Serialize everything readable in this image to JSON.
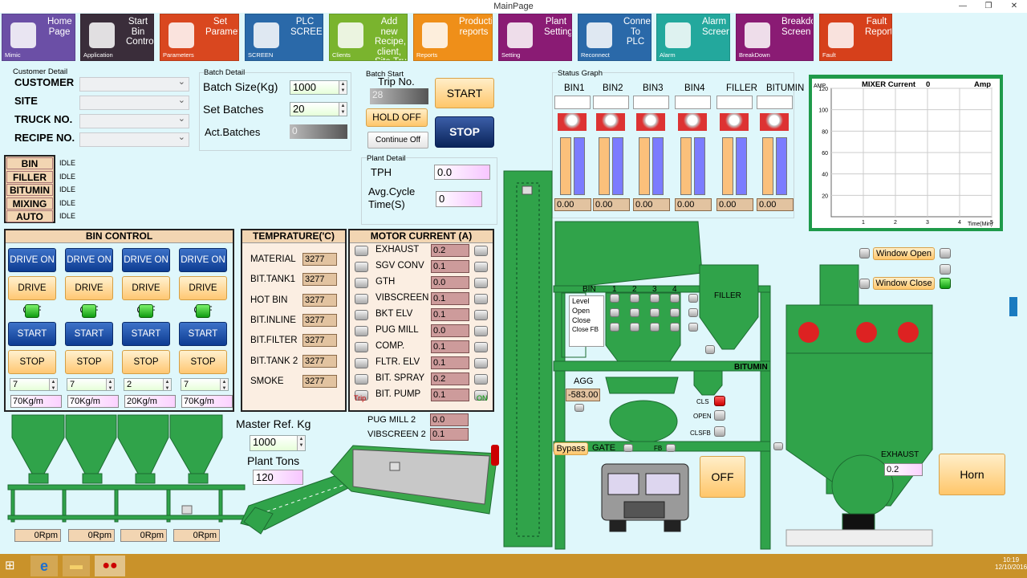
{
  "window": {
    "title": "MainPage"
  },
  "nav": [
    {
      "label": "Home\nPage",
      "sub": "Mimic",
      "color": "#6b4fa6",
      "icon": "home-icon"
    },
    {
      "label": "Start\nBin\nControl",
      "sub": "Application",
      "color": "#3a2d3a",
      "icon": "silo-icon"
    },
    {
      "label": "Set\nParameter",
      "sub": "Parameters",
      "color": "#d9471f",
      "icon": "calculator-icon"
    },
    {
      "label": "PLC\nSCREEN",
      "sub": "SCREEN",
      "color": "#2a69a9",
      "icon": "monitor-icon"
    },
    {
      "label": "Add new\nRecipe,\nclient,\nSite,Truck",
      "sub": "Clients",
      "color": "#7ab42e",
      "icon": "person-icon"
    },
    {
      "label": "Production\nreports",
      "sub": "Reports",
      "color": "#ef8f19",
      "icon": "pie-chart-icon"
    },
    {
      "label": "Plant\nSetting",
      "sub": "Setting",
      "color": "#8a1b74",
      "icon": "gear-icon"
    },
    {
      "label": "Connect\nTo PLC",
      "sub": "Reconnect",
      "color": "#2a69a9",
      "icon": "connect-icon"
    },
    {
      "label": "Alarm\nScreen",
      "sub": "Alarm",
      "color": "#23a89d",
      "icon": "alarm-icon"
    },
    {
      "label": "Breakdown\nScreen",
      "sub": "BreakDown",
      "color": "#8a1b74",
      "icon": "running-man-icon"
    },
    {
      "label": "Fault\nReport",
      "sub": "Fault",
      "color": "#d6401b",
      "icon": "document-icon"
    }
  ],
  "customer": {
    "title": "Customer Detail",
    "labels": [
      "CUSTOMER",
      "SITE",
      "TRUCK NO.",
      "RECIPE NO."
    ]
  },
  "batch": {
    "title": "Batch Detail",
    "size_label": "Batch Size(Kg)",
    "size": "1000",
    "set_label": "Set Batches",
    "set": "20",
    "act_label": "Act.Batches",
    "act": "0"
  },
  "batchstart": {
    "title": "Batch Start",
    "trip_label": "Trip No.",
    "trip": "28",
    "hold": "HOLD OFF",
    "continue": "Continue Off",
    "start": "START",
    "stop": "STOP"
  },
  "plant": {
    "title": "Plant Detail",
    "tph_label": "TPH",
    "tph": "0.0",
    "avg_label": "Avg.Cycle\nTime(S)",
    "avg": "0"
  },
  "status_graph": {
    "title": "Status Graph",
    "bins": [
      "BIN1",
      "BIN2",
      "BIN3",
      "BIN4",
      "FILLER",
      "BITUMIN"
    ],
    "values": [
      "0.00",
      "0.00",
      "0.00",
      "0.00",
      "0.00",
      "0.00"
    ]
  },
  "mixer": {
    "title": "MIXER Current",
    "value": "0",
    "unit": "Amp",
    "ylabel": "AMP",
    "xlabel": "Time(Min)",
    "yticks": [
      "120",
      "100",
      "80",
      "60",
      "40",
      "20"
    ],
    "xticks": [
      "1",
      "2",
      "3",
      "4",
      "5"
    ],
    "xlim": [
      0,
      5
    ],
    "ylim": [
      0,
      120
    ],
    "grid": true
  },
  "states": [
    {
      "name": "BIN",
      "state": "IDLE"
    },
    {
      "name": "FILLER",
      "state": "IDLE"
    },
    {
      "name": "BITUMIN",
      "state": "IDLE"
    },
    {
      "name": "MIXING",
      "state": "IDLE"
    },
    {
      "name": "AUTO",
      "state": "IDLE"
    }
  ],
  "bin_control": {
    "title": "BIN CONTROL",
    "drive_on": "DRIVE ON",
    "drive_off": "DRIVE OFF",
    "start": "START",
    "stop": "STOP",
    "speeds": [
      "7",
      "7",
      "2",
      "7"
    ],
    "rates": [
      "70Kg/m",
      "70Kg/m",
      "20Kg/m",
      "70Kg/m"
    ],
    "rpms": [
      "0Rpm",
      "0Rpm",
      "0Rpm",
      "0Rpm"
    ]
  },
  "temperature": {
    "title": "TEMPRATURE('C)",
    "rows": [
      {
        "label": "MATERIAL",
        "value": "3277"
      },
      {
        "label": "BIT.TANK1",
        "value": "3277"
      },
      {
        "label": "HOT BIN",
        "value": "3277"
      },
      {
        "label": "BIT.INLINE",
        "value": "3277"
      },
      {
        "label": "BIT.FILTER",
        "value": "3277"
      },
      {
        "label": "BIT.TANK 2",
        "value": "3277"
      },
      {
        "label": "SMOKE",
        "value": "3277"
      }
    ]
  },
  "motor": {
    "title": "MOTOR CURRENT   (A)",
    "trip": "Trip",
    "on": "ON",
    "rows": [
      {
        "label": "EXHAUST",
        "value": "0.2"
      },
      {
        "label": "SGV CONV",
        "value": "0.1"
      },
      {
        "label": "GTH",
        "value": "0.0"
      },
      {
        "label": "VIBSCREEN",
        "value": "0.1"
      },
      {
        "label": "BKT ELV",
        "value": "0.1"
      },
      {
        "label": "PUG MILL",
        "value": "0.0"
      },
      {
        "label": "COMP.",
        "value": "0.1"
      },
      {
        "label": "FLTR. ELV",
        "value": "0.1"
      },
      {
        "label": "BIT.  SPRAY",
        "value": "0.2"
      },
      {
        "label": "BIT. PUMP",
        "value": "0.1"
      }
    ],
    "extra": [
      {
        "label": "PUG MILL 2",
        "value": "0.0"
      },
      {
        "label": "VIBSCREEN 2",
        "value": "0.1"
      }
    ]
  },
  "master": {
    "ref_label": "Master Ref. Kg",
    "ref": "1000",
    "tons_label": "Plant Tons",
    "tons": "120"
  },
  "mimic": {
    "bin": "BIN",
    "bin_nums": [
      "1",
      "2",
      "3",
      "4"
    ],
    "level": "Level",
    "open": "Open",
    "close": "Close",
    "closefb": "Close FB",
    "filler": "FILLER",
    "bitumin": "BITUMIN",
    "agg": "AGG",
    "agg_val": "-583.00",
    "cls": "CLS",
    "open2": "OPEN",
    "clsfb": "CLSFB",
    "bypass": "Bypass",
    "gate": "GATE",
    "fb": "FB",
    "off": "OFF",
    "exhaust": "EXHAUST",
    "exhaust_val": "0.2",
    "win_open": "Window Open",
    "win_close": "Window Close",
    "horn": "Horn"
  },
  "taskbar": {
    "time": "10:19",
    "date": "12/10/2016"
  }
}
